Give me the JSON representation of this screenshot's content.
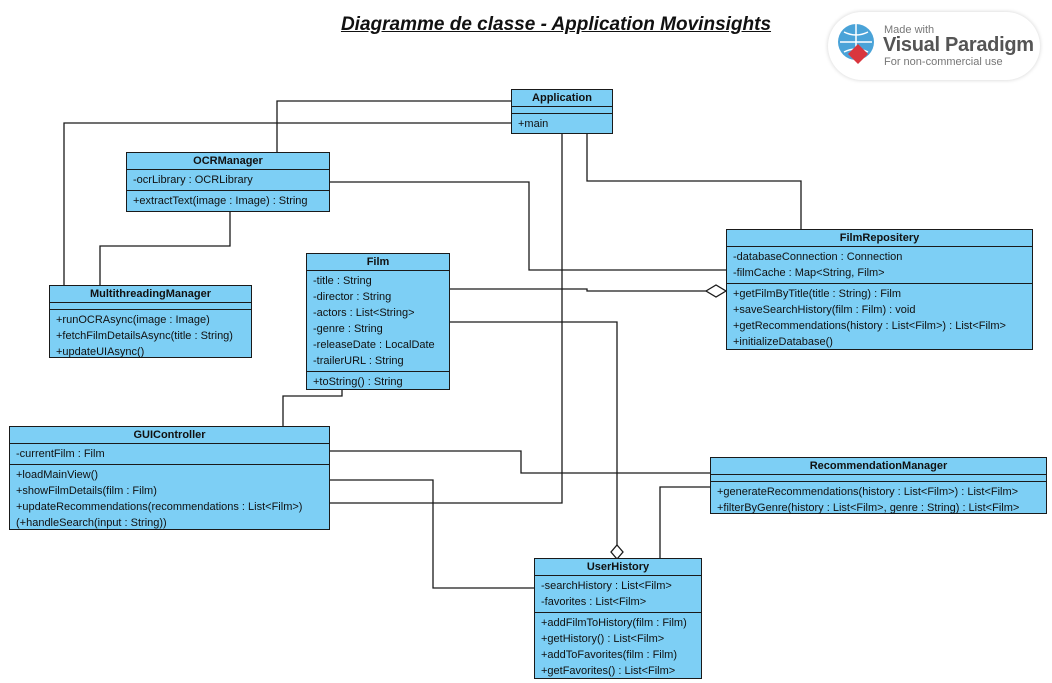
{
  "title": "Diagramme de classe - Application Movinsights",
  "badge": {
    "line1": "Made with",
    "line2": "Visual Paradigm",
    "line3": "For non-commercial use"
  },
  "colors": {
    "class_fill": "#7dcff5",
    "border": "#1a1a1a",
    "line": "#1a1a1a"
  },
  "classes": {
    "application": {
      "name": "Application",
      "attributes": [],
      "methods": [
        "+main"
      ]
    },
    "ocr": {
      "name": "OCRManager",
      "attributes": [
        "-ocrLibrary : OCRLibrary"
      ],
      "methods": [
        "+extractText(image : Image) : String"
      ]
    },
    "multi": {
      "name": "MultithreadingManager",
      "attributes": [],
      "methods": [
        "+runOCRAsync(image : Image)",
        "+fetchFilmDetailsAsync(title : String)",
        "+updateUIAsync()"
      ]
    },
    "film": {
      "name": "Film",
      "attributes": [
        "-title : String",
        "-director : String",
        "-actors : List<String>",
        "-genre : String",
        "-releaseDate : LocalDate",
        "-trailerURL : String"
      ],
      "methods": [
        "+toString() : String"
      ]
    },
    "repo": {
      "name": "FilmRepositery",
      "attributes": [
        "-databaseConnection : Connection",
        "-filmCache : Map<String, Film>"
      ],
      "methods": [
        "+getFilmByTitle(title : String) : Film",
        "+saveSearchHistory(film : Film) : void",
        "+getRecommendations(history : List<Film>) : List<Film>",
        "+initializeDatabase()"
      ]
    },
    "gui": {
      "name": "GUIController",
      "attributes": [
        "-currentFilm : Film"
      ],
      "methods": [
        "+loadMainView()",
        "+showFilmDetails(film : Film)",
        "+updateRecommendations(recommendations : List<Film>)",
        "(+handleSearch(input : String))"
      ]
    },
    "reco": {
      "name": "RecommendationManager",
      "attributes": [],
      "methods": [
        "+generateRecommendations(history : List<Film>) : List<Film>",
        "+filterByGenre(history : List<Film>, genre : String) : List<Film>"
      ]
    },
    "hist": {
      "name": "UserHistory",
      "attributes": [
        "-searchHistory : List<Film>",
        "-favorites : List<Film>"
      ],
      "methods": [
        "+addFilmToHistory(film : Film)",
        "+getHistory() : List<Film>",
        "+addToFavorites(film : Film)",
        "+getFavorites() : List<Film>"
      ]
    }
  }
}
